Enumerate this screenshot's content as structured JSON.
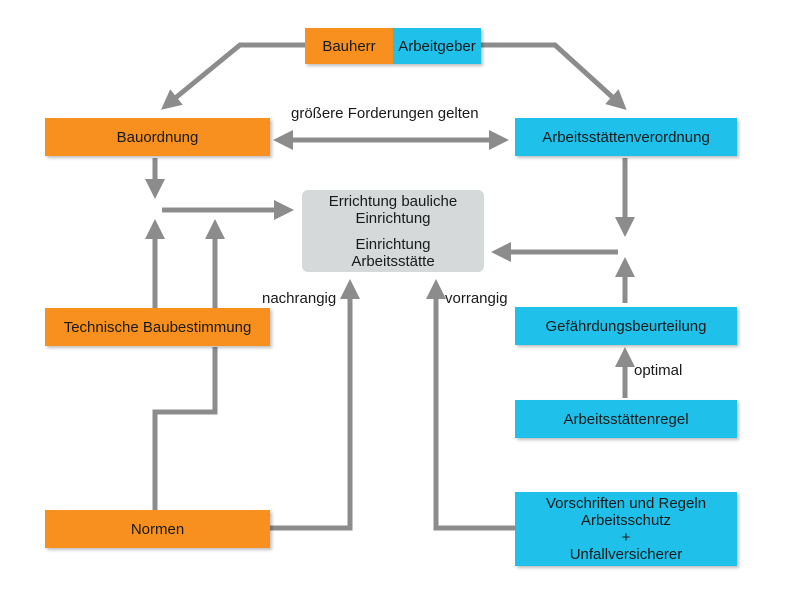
{
  "boxes": {
    "bauherr": "Bauherr",
    "arbeitgeber": "Arbeitgeber",
    "bauordnung": "Bauordnung",
    "arbeitsstaettenverordnung": "Arbeitsstättenverordnung",
    "center_top_line1": "Errichtung bauliche",
    "center_top_line2": "Einrichtung",
    "center_bottom_line1": "Einrichtung",
    "center_bottom_line2": "Arbeitsstätte",
    "technische_baubestimmung": "Technische Baubestimmung",
    "gefaehrdungsbeurteilung": "Gefährdungsbeurteilung",
    "arbeitsstaettenregel": "Arbeitsstättenregel",
    "normen": "Normen",
    "vorschriften_line1": "Vorschriften und Regeln",
    "vorschriften_line2": "Arbeitsschutz",
    "vorschriften_line3": "+",
    "vorschriften_line4": "Unfallversicherer"
  },
  "labels": {
    "groessere_forderungen": "größere Forderungen gelten",
    "nachrangig": "nachrangig",
    "vorrangig": "vorrangig",
    "optimal": "optimal"
  },
  "colors": {
    "orange": "#f7901e",
    "blue": "#1fc0ea",
    "grey_box": "#d5d9d9",
    "arrow": "#8c8c8c"
  }
}
